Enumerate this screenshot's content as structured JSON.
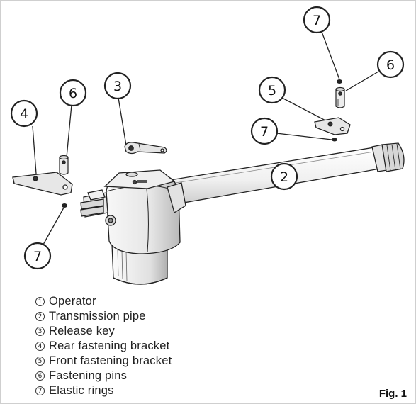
{
  "figure": {
    "label": "Fig. 1",
    "callouts": [
      {
        "num": "7"
      },
      {
        "num": "6"
      },
      {
        "num": "5"
      },
      {
        "num": "7"
      },
      {
        "num": "2"
      },
      {
        "num": "3"
      },
      {
        "num": "6"
      },
      {
        "num": "4"
      },
      {
        "num": "7"
      }
    ],
    "legend": [
      {
        "num": "1",
        "label": "Operator"
      },
      {
        "num": "2",
        "label": "Transmission pipe"
      },
      {
        "num": "3",
        "label": "Release key"
      },
      {
        "num": "4",
        "label": "Rear fastening bracket"
      },
      {
        "num": "5",
        "label": "Front fastening bracket"
      },
      {
        "num": "6",
        "label": "Fastening pins"
      },
      {
        "num": "7",
        "label": "Elastic rings"
      }
    ]
  }
}
